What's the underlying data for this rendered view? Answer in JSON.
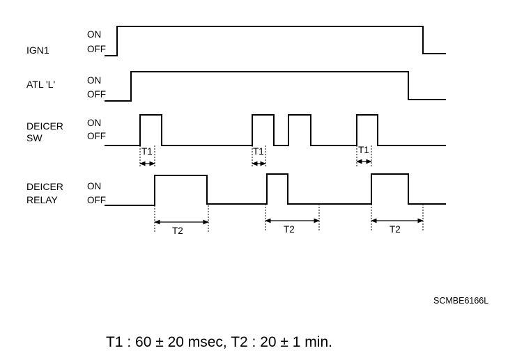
{
  "signals": [
    {
      "id": "ign1",
      "label_lines": [
        "IGN1"
      ],
      "on_label": "ON",
      "off_label": "OFF"
    },
    {
      "id": "atl",
      "label_lines": [
        "ATL 'L'"
      ],
      "on_label": "ON",
      "off_label": "OFF"
    },
    {
      "id": "deicer-sw",
      "label_lines": [
        "DEICER",
        "SW"
      ],
      "on_label": "ON",
      "off_label": "OFF"
    },
    {
      "id": "deicer-relay",
      "label_lines": [
        "DEICER",
        "RELAY"
      ],
      "on_label": "ON",
      "off_label": "OFF"
    }
  ],
  "timing_marks": {
    "t1": [
      "T1",
      "T1",
      "T1"
    ],
    "t2": [
      "T2",
      "T2",
      "T2"
    ]
  },
  "figure_code": "SCMBE6166L",
  "footnote": "T1 : 60 ± 20 msec, T2 : 20 ± 1 min."
}
